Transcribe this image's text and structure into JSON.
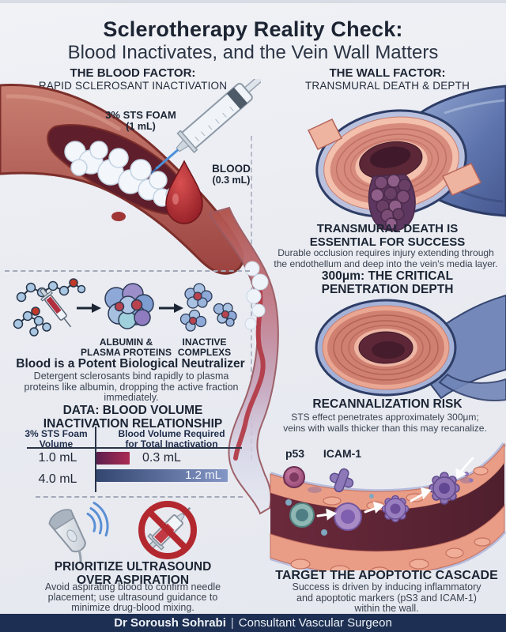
{
  "header": {
    "title": "Sclerotherapy Reality Check:",
    "subtitle": "Blood Inactivates, and the Vein Wall Matters"
  },
  "columns": {
    "blood": {
      "title": "THE BLOOD FACTOR:",
      "subtitle": "RAPID SCLEROSANT INACTIVATION"
    },
    "wall": {
      "title": "THE WALL FACTOR:",
      "subtitle": "TRANSMURAL DEATH & DEPTH"
    }
  },
  "injection": {
    "foam_label": "3% STS FOAM",
    "foam_volume": "(1 mL)",
    "blood_label": "BLOOD",
    "blood_volume": "(0.3 mL)"
  },
  "neutralizer": {
    "albumin_label": "ALBUMIN &\nPLASMA PROTEINS",
    "inactive_label": "INACTIVE\nCOMPLEXS",
    "heading": "Blood is a Potent Biological Neutralizer",
    "body": "Detergent sclerosants bind rapidly to plasma\nproteins like albumin, dropping the active fraction\nimmediately."
  },
  "data_table": {
    "heading": "DATA: BLOOD VOLUME\nINACTIVATION RELATIONSHIP",
    "col1_header": "3% STS Foam\nVolume",
    "col2_header": "Blood Volume Required\nfor Total Inactivation",
    "rows": [
      {
        "foam": "1.0 mL",
        "blood": "0.3 mL"
      },
      {
        "foam": "4.0 mL",
        "blood": "1.2 mL"
      }
    ]
  },
  "ultrasound": {
    "heading": "PRIORITIZE ULTRASOUND\nOVER ASPIRATION",
    "body": "Avoid aspirating blood to confirm needle\nplacement; use ultrasound guidance to\nminimize drug-blood mixing."
  },
  "transmural": {
    "heading": "TRANSMURAL DEATH IS\nESSENTIAL FOR SUCCESS",
    "body": "Durable occlusion requires injury extending through\nthe endothellum and deep into the vein's media layer."
  },
  "penetration": {
    "heading": "300μm: THE CRITICAL\nPENETRATION DEPTH"
  },
  "recanalization": {
    "heading": "RECANNALIZATION RISK",
    "body": "STS effect penetrates approximately 300μm;\nveins with walls thicker than this may recanalize."
  },
  "apoptotic": {
    "marker_p53": "p53",
    "marker_icam": "ICAM-1",
    "heading": "TARGET THE APOPTOTIC CASCADE",
    "body": "Success is driven by inducing inflammatory\nand apoptotic markers (pS3 and ICAM-1)\nwithin the wall."
  },
  "footer": {
    "name": "Dr Soroush Sohrabi",
    "separator": "|",
    "role": "Consultant Vascular Surgeon"
  },
  "chart_data": {
    "type": "bar",
    "orientation": "horizontal",
    "title": "DATA: BLOOD VOLUME INACTIVATION RELATIONSHIP",
    "categories": [
      "1.0 mL",
      "4.0 mL"
    ],
    "values": [
      0.3,
      1.2
    ],
    "value_labels": [
      "0.3 mL",
      "1.2 mL"
    ],
    "xlabel": "3% STS Foam Volume",
    "ylabel": "Blood Volume Required for Total Inactivation",
    "bar_colors": [
      "#8f2455",
      "#47598e"
    ]
  },
  "colors": {
    "accent_navy": "#1d3053",
    "bar_red": "#8f2455",
    "bar_blue": "#47598e",
    "prohibition_red": "#b3282f"
  }
}
